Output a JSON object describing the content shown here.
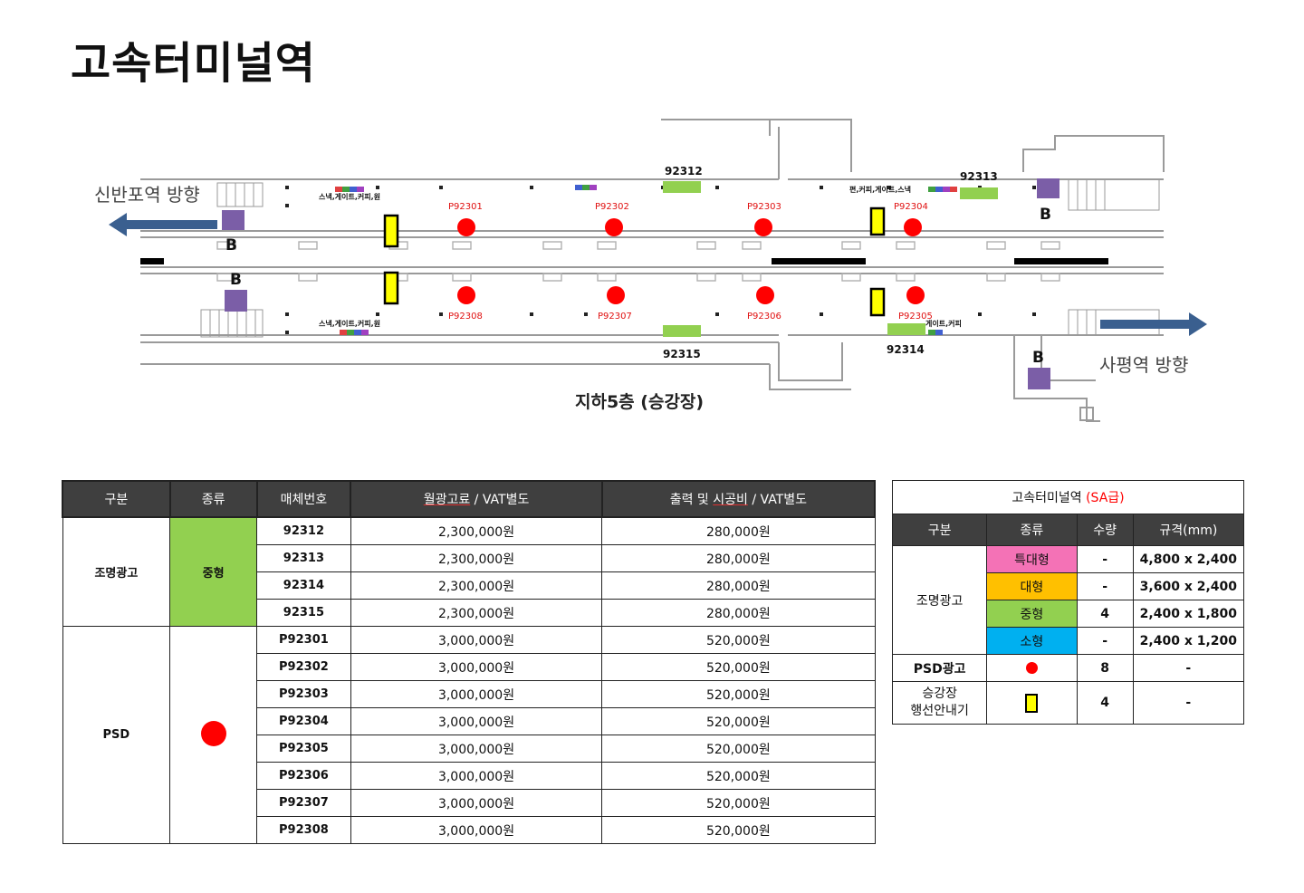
{
  "title": "고속터미널역",
  "map": {
    "level_label": "지하5층 (승강장)",
    "left_direction": "신반포역 방향",
    "right_direction": "사평역 방향",
    "stair_marker": "B",
    "tiny_labels": {
      "top_left": "스낵,게이트,커피,원",
      "top_right": "편,커피,게이트,스낵",
      "bottom_left": "스낵,게이트,커피,원",
      "bottom_right": "게이트,커피"
    },
    "lighting_codes": [
      "92312",
      "92313",
      "92314",
      "92315"
    ],
    "psd_codes": [
      "P92301",
      "P92302",
      "P92303",
      "P92304",
      "P92305",
      "P92306",
      "P92307",
      "P92308"
    ],
    "colors": {
      "green": "#92d050",
      "purple": "#7b5ea7",
      "red": "#ff0000",
      "yellow": "#ffff00",
      "arrow": "#3a5f8f"
    }
  },
  "main_table": {
    "headers": {
      "col1": "구분",
      "col2": "종류",
      "col3": "매체번호",
      "col4_underlined": "월광고료",
      "col4_rest": " / VAT별도",
      "col5_a": "출력 및 ",
      "col5_underlined": "시공비",
      "col5_rest": " / VAT별도"
    },
    "group1": {
      "name": "조명광고",
      "type": "중형"
    },
    "group2": {
      "name": "PSD",
      "type_icon": "red-dot"
    },
    "rows": [
      {
        "code": "92312",
        "fee": "2,300,000원",
        "cost": "280,000원"
      },
      {
        "code": "92313",
        "fee": "2,300,000원",
        "cost": "280,000원"
      },
      {
        "code": "92314",
        "fee": "2,300,000원",
        "cost": "280,000원"
      },
      {
        "code": "92315",
        "fee": "2,300,000원",
        "cost": "280,000원"
      },
      {
        "code": "P92301",
        "fee": "3,000,000원",
        "cost": "520,000원"
      },
      {
        "code": "P92302",
        "fee": "3,000,000원",
        "cost": "520,000원"
      },
      {
        "code": "P92303",
        "fee": "3,000,000원",
        "cost": "520,000원"
      },
      {
        "code": "P92304",
        "fee": "3,000,000원",
        "cost": "520,000원"
      },
      {
        "code": "P92305",
        "fee": "3,000,000원",
        "cost": "520,000원"
      },
      {
        "code": "P92306",
        "fee": "3,000,000원",
        "cost": "520,000원"
      },
      {
        "code": "P92307",
        "fee": "3,000,000원",
        "cost": "520,000원"
      },
      {
        "code": "P92308",
        "fee": "3,000,000원",
        "cost": "520,000원"
      }
    ]
  },
  "summary_table": {
    "caption_main": "고속터미널역 ",
    "caption_grade": "(SA급)",
    "headers": {
      "c1": "구분",
      "c2": "종류",
      "c3": "수량",
      "c4": "규격(mm)"
    },
    "lighting_group": "조명광고",
    "lighting_rows": [
      {
        "type": "특대형",
        "qty": "-",
        "spec": "4,800 x 2,400",
        "color": "#f472b6"
      },
      {
        "type": "대형",
        "qty": "-",
        "spec": "3,600 x 2,400",
        "color": "#ffc000"
      },
      {
        "type": "중형",
        "qty": "4",
        "spec": "2,400 x 1,800",
        "color": "#92d050"
      },
      {
        "type": "소형",
        "qty": "-",
        "spec": "2,400 x 1,200",
        "color": "#00b0f0"
      }
    ],
    "psd_row": {
      "group": "PSD광고",
      "qty": "8",
      "spec": "-"
    },
    "guide_row": {
      "group_line1": "승강장",
      "group_line2": "행선안내기",
      "qty": "4",
      "spec": "-"
    }
  }
}
